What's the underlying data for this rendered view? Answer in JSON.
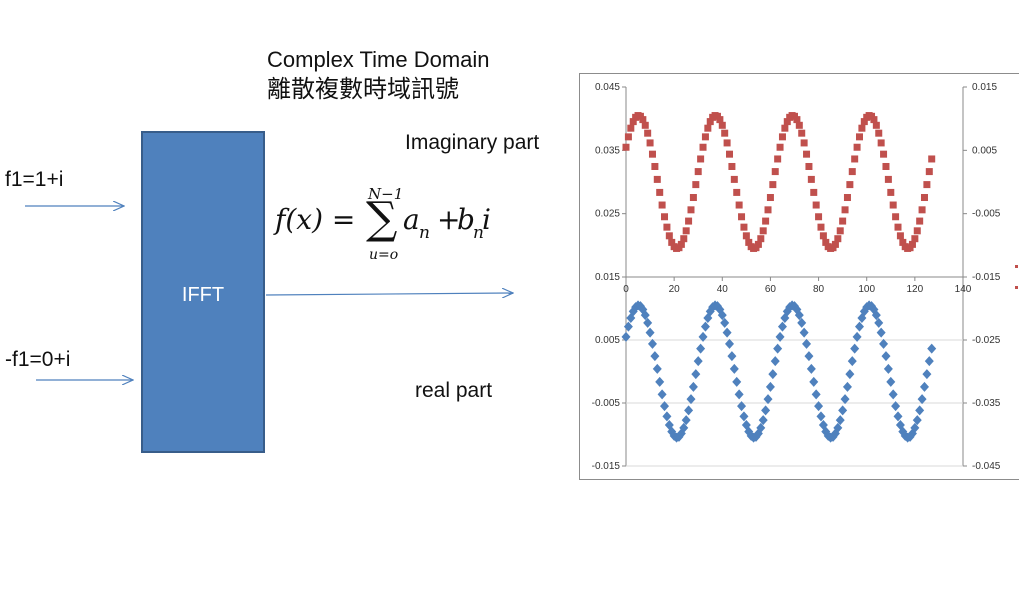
{
  "diagram": {
    "title_en": "Complex Time Domain",
    "title_zh": "離散複數時域訊號",
    "input1": "f1=1+i",
    "input2": "-f1=0+i",
    "block_label": "IFFT",
    "label_imag": "Imaginary part",
    "label_real": "real part",
    "formula": {
      "lhs": "f(x) =",
      "sum_upper": "N−1",
      "sum_lower": "u=o",
      "term_a": "a",
      "sub_a": "n",
      "plus": "+",
      "term_b": "b",
      "sub_b": "n",
      "i": "i"
    }
  },
  "colors": {
    "imag_series": "#c0504d",
    "real_series": "#4f81bd",
    "block": "#4f81bd",
    "arrow": "#4f81bd"
  },
  "chart_data": [
    {
      "type": "scatter",
      "marker": "square",
      "series": [
        {
          "description": "imaginary part samples (upper plot)"
        }
      ],
      "x_range": [
        0,
        127
      ],
      "y_range": [
        0.0195,
        0.0405
      ],
      "period": 32,
      "phase_start": "mid-rising",
      "ylim_left": [
        0.015,
        0.045
      ],
      "yticks_left": [
        "0.045",
        "0.035",
        "0.025",
        "0.015"
      ],
      "ylim_right": [
        -0.015,
        0.015
      ],
      "yticks_right": [
        "0.015",
        "0.005",
        "-0.005",
        "-0.015"
      ],
      "xlim": [
        0,
        140
      ],
      "xticks": [
        "0",
        "20",
        "40",
        "60",
        "80",
        "100",
        "120",
        "140"
      ]
    },
    {
      "type": "scatter",
      "marker": "diamond",
      "series": [
        {
          "description": "real part samples (lower plot)"
        }
      ],
      "x_range": [
        0,
        127
      ],
      "y_range": [
        -0.0105,
        0.0105
      ],
      "period": 32,
      "phase_start": "mid-rising",
      "ylim_left": [
        -0.015,
        0.015
      ],
      "yticks_left": [
        "0.005",
        "-0.005",
        "-0.015"
      ],
      "ylim_right": [
        -0.045,
        -0.015
      ],
      "yticks_right": [
        "-0.025",
        "-0.035",
        "-0.045"
      ],
      "grid": "horizontal"
    }
  ]
}
